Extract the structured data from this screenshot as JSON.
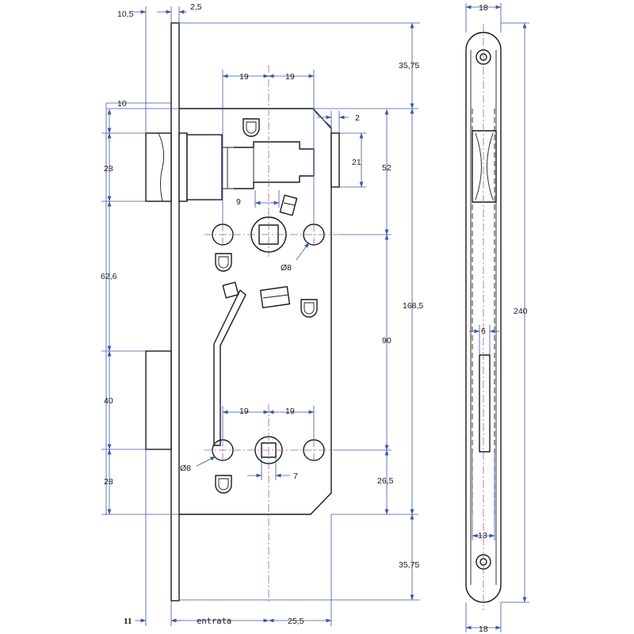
{
  "colors": {
    "line": "#1a1a1a",
    "dimension": "#3a57a8",
    "centerline": "#a05ab0"
  },
  "dimensions": {
    "d_10_5": "10,5",
    "d_2_5": "2,5",
    "d_10": "10",
    "d_35_75_top": "35,75",
    "d_19_a": "19",
    "d_19_b": "19",
    "d_2": "2",
    "d_28_top": "28",
    "d_52": "52",
    "d_21": "21",
    "d_9": "9",
    "d_o8_top": "Ø8",
    "d_62_6": "62,6",
    "d_168_5": "168,5",
    "d_90": "90",
    "d_40": "40",
    "d_19_c": "19",
    "d_19_d": "19",
    "d_o8_bottom": "Ø8",
    "d_28_bottom": "28",
    "d_7": "7",
    "d_26_5": "26,5",
    "d_35_75_bottom": "35,75",
    "d_18_top": "18",
    "d_240": "240",
    "d_6": "6",
    "d_13": "13",
    "d_18_bottom": "18"
  },
  "bottom_labels": {
    "b11": "11",
    "entrata": "entrata",
    "d_25_5": "25,5"
  }
}
